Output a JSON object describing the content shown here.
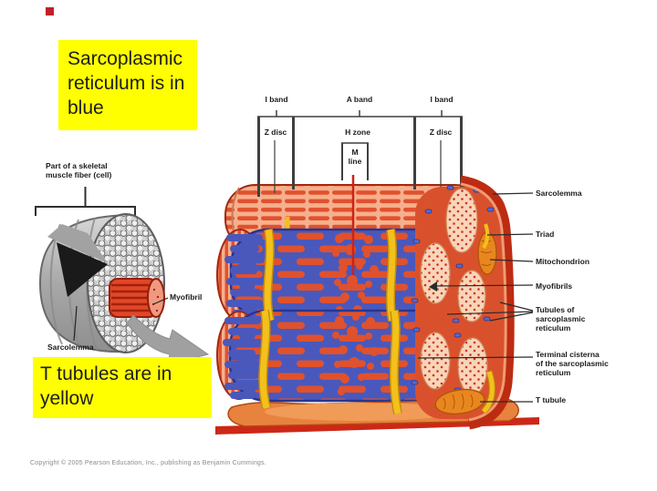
{
  "slide": {
    "notes": {
      "sr_note": "Sarcoplasmic reticulum is in blue",
      "t_note": "T tubules are in yellow"
    },
    "left_figure": {
      "caption": "Part of a skeletal\nmuscle fiber (cell)",
      "myofibril_label": "Myofibril",
      "sarcolemma_label": "Sarcolemma"
    },
    "band_labels": {
      "i_band_left": "I band",
      "a_band": "A band",
      "i_band_right": "I band",
      "z_disc_left": "Z disc",
      "h_zone": "H zone",
      "z_disc_right": "Z disc",
      "m_line": "M\nline"
    },
    "right_labels": {
      "sarcolemma": "Sarcolemma",
      "triad": "Triad",
      "mitochondrion": "Mitochondrion",
      "myofibrils": "Myofibrils",
      "tubules": "Tubules of\nsarcoplasmic\nreticulum",
      "terminal_cisterna": "Terminal cisterna\nof the sarcoplasmic\nreticulum",
      "t_tubule": "T tubule"
    },
    "copyright": "Copyright © 2005 Pearson Education, Inc., publishing as Benjamin Cummings.",
    "colors": {
      "note_bg": "#ffff00",
      "sr_blue": "#4a58bc",
      "t_tubule_yellow": "#f3c01c",
      "myofibril_red": "#e1512e",
      "accent_red": "#c0202a"
    }
  }
}
